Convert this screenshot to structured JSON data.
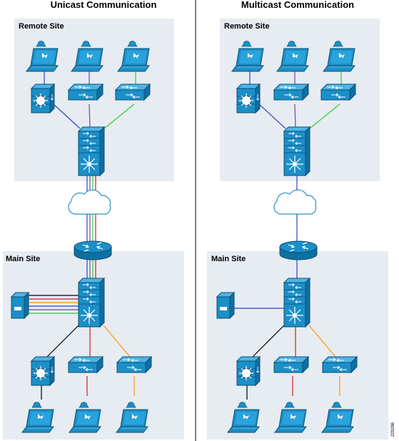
{
  "panels": {
    "left": {
      "title": "Unicast Communication",
      "remote_label": "Remote Site",
      "main_label": "Main Site"
    },
    "right": {
      "title": "Multicast Communication",
      "remote_label": "Remote Site",
      "main_label": "Main Site"
    }
  },
  "figure_id": "229286",
  "colors": {
    "site_background": "#e6ecf1",
    "device_fill": "#1b8fc8",
    "device_dark": "#0f5f8c",
    "blue_link": "#3344cc",
    "purple_link": "#7744aa",
    "green_link": "#33cc33",
    "red_link": "#cc2222",
    "orange_link": "#ff9900",
    "black_link": "#000000"
  },
  "icons": [
    "laptop-icon",
    "access-switch-icon",
    "multilayer-switch-icon",
    "cloud-icon",
    "router-icon",
    "server-icon",
    "svc-switch-icon"
  ]
}
